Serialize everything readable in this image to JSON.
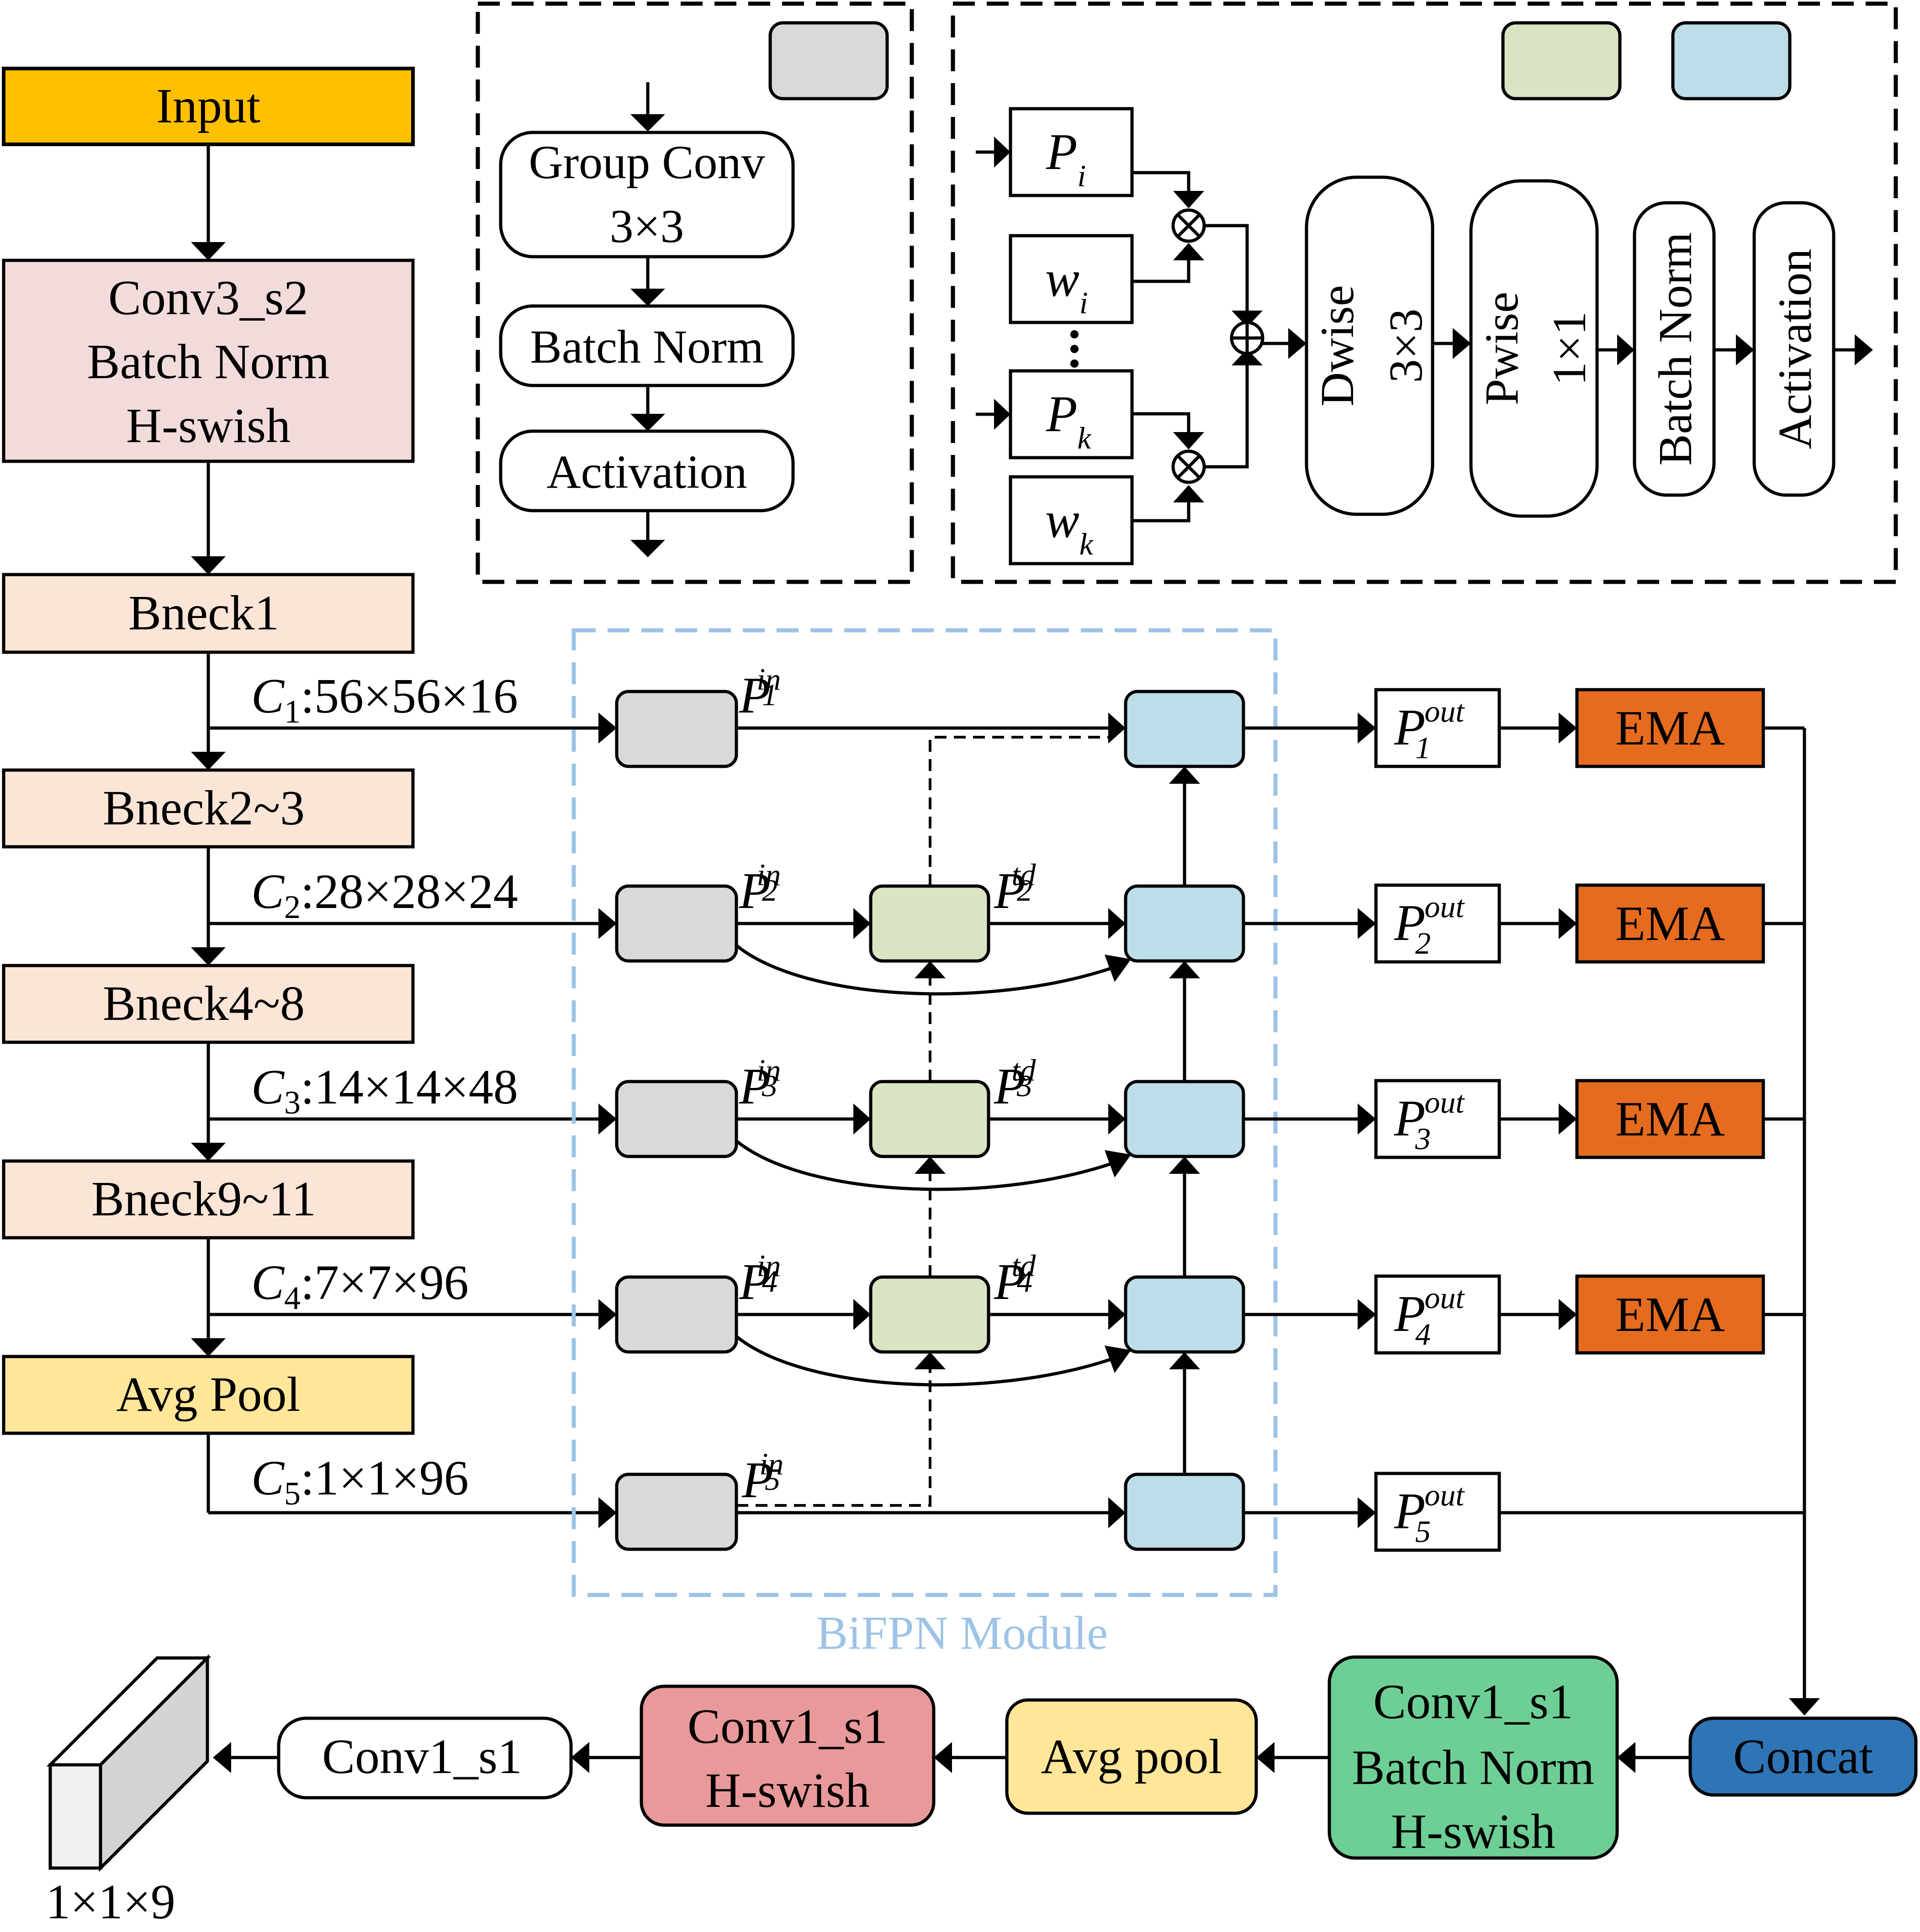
{
  "colors": {
    "input": "#FFC000",
    "conv_stem": "#F2DCDB",
    "bneck": "#FBE5D6",
    "avgpool_backbone": "#FFE699",
    "gray": "#D9D9D9",
    "green": "#D9E4C3",
    "blue": "#BDDDE8",
    "ema": "#E56B1F",
    "concat": "#2E75B6",
    "head_conv_bn": "#6DCF96",
    "head_avgpool": "#FFE699",
    "head_hswish": "#E9999A",
    "bifpn_border": "#9DC3E6"
  },
  "backbone": {
    "input": "Input",
    "stem_line1": "Conv3_s2",
    "stem_line2": "Batch Norm",
    "stem_line3": "H-swish",
    "bneck1": "Bneck1",
    "bneck2": "Bneck2~3",
    "bneck3": "Bneck4~8",
    "bneck4": "Bneck9~11",
    "avgpool": "Avg Pool"
  },
  "features": {
    "c1_letter": "C",
    "c1_idx": "1",
    "c1_dim": ":56×56×16",
    "c2_letter": "C",
    "c2_idx": "2",
    "c2_dim": ":28×28×24",
    "c3_letter": "C",
    "c3_idx": "3",
    "c3_dim": ":14×14×48",
    "c4_letter": "C",
    "c4_idx": "4",
    "c4_dim": ":7×7×96",
    "c5_letter": "C",
    "c5_idx": "5",
    "c5_dim": ":1×1×96"
  },
  "legend_gray": {
    "group_conv_1": "Group Conv",
    "group_conv_2": "3×3",
    "batch_norm": "Batch Norm",
    "activation": "Activation"
  },
  "legend_fusion": {
    "p": "P",
    "w": "w",
    "sub_i": "i",
    "sub_k": "k",
    "dwise_1": "Dwise",
    "dwise_2": "3×3",
    "pwise_1": "Pwise",
    "pwise_2": "1×1",
    "batch_norm": "Batch Norm",
    "activation": "Activation"
  },
  "bifpn": {
    "title": "BiFPN Module",
    "p": "P",
    "sup_in": "in",
    "sup_td": "td",
    "sup_out": "out",
    "idx": [
      "1",
      "2",
      "3",
      "4",
      "5"
    ]
  },
  "ema_label": "EMA",
  "head": {
    "concat": "Concat",
    "conv_bn_1": "Conv1_s1",
    "conv_bn_2": "Batch Norm",
    "conv_bn_3": "H-swish",
    "avg_pool": "Avg pool",
    "conv_hs_1": "Conv1_s1",
    "conv_hs_2": "H-swish",
    "conv_final": "Conv1_s1",
    "output_dim": "1×1×9"
  }
}
